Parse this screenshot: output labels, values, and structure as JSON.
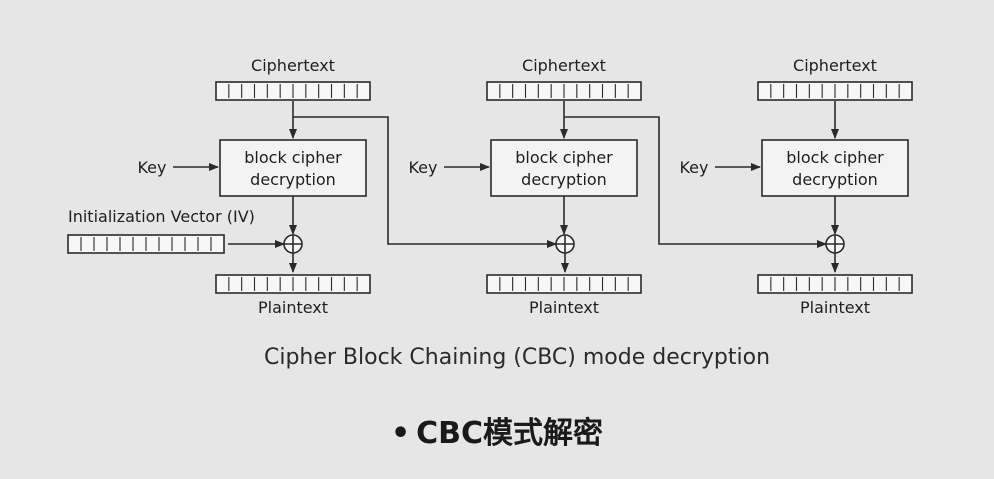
{
  "diagram": {
    "blocks": [
      {
        "ciphertext_label": "Ciphertext",
        "key_label": "Key",
        "cipher_line1": "block cipher",
        "cipher_line2": "decryption",
        "plaintext_label": "Plaintext"
      },
      {
        "ciphertext_label": "Ciphertext",
        "key_label": "Key",
        "cipher_line1": "block cipher",
        "cipher_line2": "decryption",
        "plaintext_label": "Plaintext"
      },
      {
        "ciphertext_label": "Ciphertext",
        "key_label": "Key",
        "cipher_line1": "block cipher",
        "cipher_line2": "decryption",
        "plaintext_label": "Plaintext"
      }
    ],
    "iv_label": "Initialization Vector (IV)",
    "caption": "Cipher Block Chaining (CBC) mode decryption"
  },
  "slide": {
    "bullet": "•",
    "title": "CBC模式解密"
  },
  "colors": {
    "background": "#e6e6e6",
    "stroke": "#2a2a2a"
  }
}
